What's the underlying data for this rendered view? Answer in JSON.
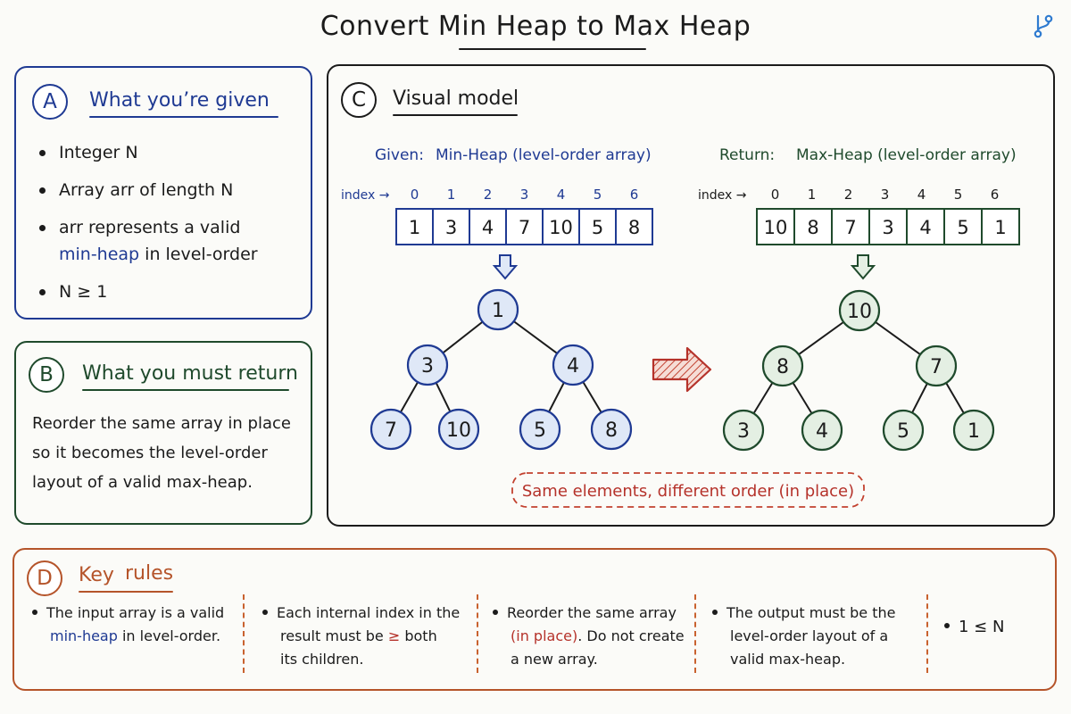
{
  "page": {
    "title": "Convert Min Heap to Max Heap"
  },
  "icons": {
    "top_right": "branch-icon"
  },
  "colors": {
    "blue": "#1f3a93",
    "green": "#1f4a2c",
    "red": "#b5322a",
    "orange": "#b5542a",
    "node_blue_fill": "#dfe8f7",
    "node_green_fill": "#e4efe3"
  },
  "panel_a": {
    "badge": "A",
    "title": "What you’re given",
    "items": {
      "item1": "Integer N",
      "item2": "Array arr of length N",
      "item3_part1": "arr represents a valid",
      "item3_hl": "min-heap",
      "item3_part2": " in level-order",
      "item4": "N ≥ 1"
    }
  },
  "panel_b": {
    "badge": "B",
    "title": "What you must return",
    "text": "Reorder the same array in place so it becomes the level-order layout of a valid max-heap."
  },
  "panel_c": {
    "badge": "C",
    "title": "Visual model",
    "given_label": "Given:",
    "given_text": "Min-Heap (level-order array)",
    "return_label": "Return:",
    "return_text": "Max-Heap (level-order array)",
    "index_label": "index →",
    "indices": [
      "0",
      "1",
      "2",
      "3",
      "4",
      "5",
      "6"
    ],
    "min_heap": [
      "1",
      "3",
      "4",
      "7",
      "10",
      "5",
      "8"
    ],
    "max_heap": [
      "10",
      "8",
      "7",
      "3",
      "4",
      "5",
      "1"
    ],
    "note": "Same elements, different order (in place)"
  },
  "panel_d": {
    "badge": "D",
    "title_part1": "Key",
    "title_part2": "rules",
    "rule1_line1": "The input array is a valid",
    "rule1_hl": "min-heap",
    "rule1_line2": " in level-order.",
    "rule2_line1": "Each internal index in the",
    "rule2_line2a": "result must be ",
    "rule2_hl": "≥",
    "rule2_line2b": " both",
    "rule2_line3": "its children.",
    "rule3_line1": "Reorder the same array",
    "rule3_hl": "(in place)",
    "rule3_line2": ". Do not create",
    "rule3_line3": "a new array.",
    "rule4_line1": "The output must be the",
    "rule4_line2": "level-order layout of a",
    "rule4_line3": "valid max-heap.",
    "rule5": "1 ≤ N"
  }
}
